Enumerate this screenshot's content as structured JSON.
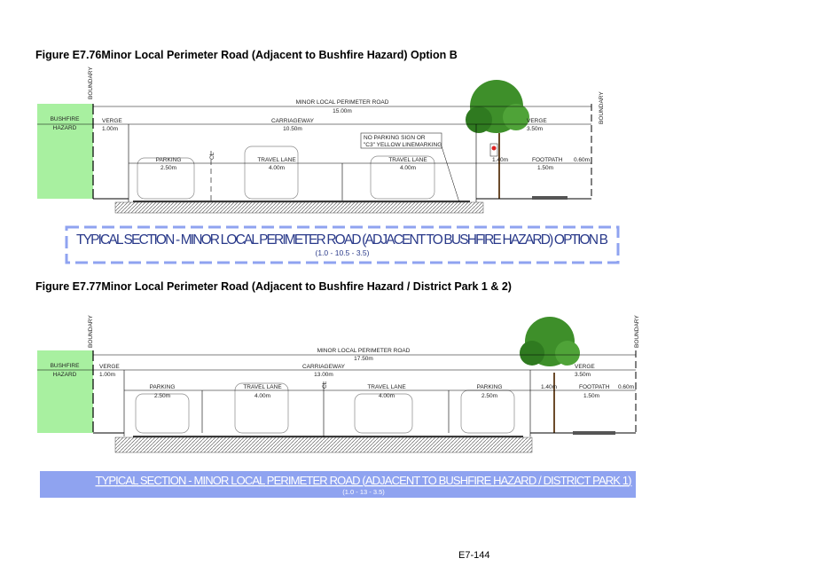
{
  "figures": [
    {
      "caption": "Figure E7.76Minor Local Perimeter Road (Adjacent to Bushfire Hazard) Option B",
      "boundary": "BOUNDARY",
      "hazard_1": "BUSHFIRE",
      "hazard_2": "HAZARD",
      "road_label": "MINOR LOCAL PERIMETER ROAD",
      "road_width": "15.00m",
      "verge_left": "VERGE",
      "verge_left_width": "1.00m",
      "carriageway": "CARRIAGEWAY",
      "carriageway_width": "10.50m",
      "verge_right": "VERGE",
      "verge_right_width": "3.50m",
      "note_1": "NO PARKING SIGN OR",
      "note_2": "\"C3\" YELLOW LINEMARKING",
      "centreline": "CL",
      "lanes": [
        {
          "label": "PARKING",
          "width": "2.50m"
        },
        {
          "label": "TRAVEL LANE",
          "width": "4.00m"
        },
        {
          "label": "TRAVEL LANE",
          "width": "4.00m"
        }
      ],
      "nature_strip": "1.40m",
      "footpath": "FOOTPATH",
      "footpath_width": "1.50m",
      "edge_width": "0.60m",
      "section_title": "TYPICAL SECTION - MINOR LOCAL PERIMETER ROAD (ADJACENT TO BUSHFIRE HAZARD) OPTION B",
      "section_sub": "(1.0 - 10.5 - 3.5)"
    },
    {
      "caption": "Figure E7.77Minor Local Perimeter Road (Adjacent to Bushfire Hazard / District Park 1 & 2)",
      "boundary": "BOUNDARY",
      "hazard_1": "BUSHFIRE",
      "hazard_2": "HAZARD",
      "road_label": "MINOR LOCAL PERIMETER ROAD",
      "road_width": "17.50m",
      "verge_left": "VERGE",
      "verge_left_width": "1.00m",
      "carriageway": "CARRIAGEWAY",
      "carriageway_width": "13.00m",
      "verge_right": "VERGE",
      "verge_right_width": "3.50m",
      "centreline": "CL",
      "lanes": [
        {
          "label": "PARKING",
          "width": "2.50m"
        },
        {
          "label": "TRAVEL LANE",
          "width": "4.00m"
        },
        {
          "label": "TRAVEL LANE",
          "width": "4.00m"
        },
        {
          "label": "PARKING",
          "width": "2.50m"
        }
      ],
      "nature_strip": "1.40m",
      "footpath": "FOOTPATH",
      "footpath_width": "1.50m",
      "edge_width": "0.60m",
      "section_title": "TYPICAL SECTION - MINOR LOCAL PERIMETER ROAD (ADJACENT TO BUSHFIRE HAZARD / DISTRICT PARK 1)",
      "section_sub": "(1.0 - 13 - 3.5)"
    }
  ],
  "page_number": "E7-144",
  "colors": {
    "hazard": "#a8f0a0",
    "tree": "#3e8f2a",
    "banner": "#8fa3f0",
    "title_dark": "#2a3a8a"
  }
}
